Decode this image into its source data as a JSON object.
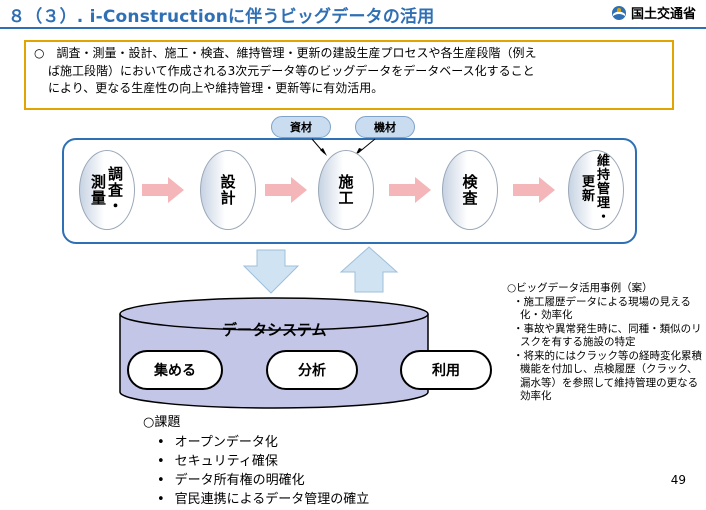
{
  "header": {
    "title": "８（３）. i-Constructionに伴うビッグデータの活用",
    "ministry": "国土交通省"
  },
  "summary": {
    "line1": "○　調査・測量・設計、施工・検査、維持管理・更新の建設生産プロセスや各生産段階（例え",
    "line2": "ば施工段階）において作成される3次元データ等のビッグデータをデータベース化すること",
    "line3": "により、更なる生産性の向上や維持管理・更新等に有効活用。"
  },
  "inputs": {
    "materials": "資材",
    "equipment": "機材"
  },
  "stages": [
    {
      "col_a": [
        "測",
        "量"
      ],
      "col_b": [
        "調",
        "査",
        "・"
      ]
    },
    {
      "col_a": [
        "設",
        "計"
      ]
    },
    {
      "col_a": [
        "施",
        "工"
      ]
    },
    {
      "col_a": [
        "検",
        "査"
      ]
    },
    {
      "col_a": [
        "更",
        "新"
      ],
      "col_b": [
        "維",
        "持",
        "管",
        "理",
        "・"
      ]
    }
  ],
  "database": {
    "label": "データシステム",
    "functions": [
      "集める",
      "分析",
      "利用"
    ]
  },
  "issues": {
    "heading": "○課題",
    "items": [
      "オープンデータ化",
      "セキュリティ確保",
      "データ所有権の明確化",
      "官民連携によるデータ管理の確立"
    ]
  },
  "examples": {
    "heading": "○ビッグデータ活用事例（案）",
    "items": [
      "・施工履歴データによる現場の見える化・効率化",
      "・事故や異常発生時に、同種・類似のリスクを有する施設の特定",
      "・将来的にはクラック等の経時変化累積機能を付加し、点検履歴（クラック、漏水等）を参照して維持管理の更なる効率化"
    ]
  },
  "page_number": "49",
  "colors": {
    "title_blue": "#2f6fb4",
    "summary_border": "#e2a400",
    "arrow_pink": "#f4b6b8",
    "arrow_blue": "#cfe3f2",
    "db_fill": "#c3c6e6"
  }
}
